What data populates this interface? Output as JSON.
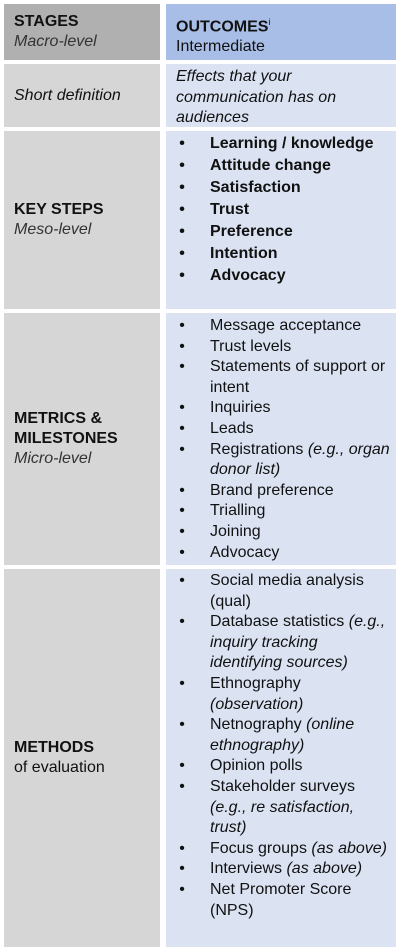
{
  "header": {
    "stages_title": "STAGES",
    "stages_sub": "Macro-level",
    "outcomes_title": "OUTCOMES",
    "outcomes_sup": "i",
    "outcomes_sub": "Intermediate"
  },
  "short_definition": {
    "label": "Short definition",
    "text": "Effects that your communication  has on audiences"
  },
  "key_steps": {
    "label": "KEY STEPS",
    "sub": "Meso-level",
    "items": [
      "Learning / knowledge",
      "Attitude change",
      "Satisfaction",
      "Trust",
      "Preference",
      "Intention",
      "Advocacy"
    ]
  },
  "metrics": {
    "label1": "METRICS &",
    "label2": "MILESTONES",
    "sub": "Micro-level",
    "items": [
      {
        "text": "Message acceptance",
        "note": ""
      },
      {
        "text": "Trust levels",
        "note": ""
      },
      {
        "text": "Statements of support or intent",
        "note": ""
      },
      {
        "text": "Inquiries",
        "note": ""
      },
      {
        "text": "Leads",
        "note": ""
      },
      {
        "text": "Registrations ",
        "note": "(e.g., organ donor list)"
      },
      {
        "text": "Brand preference",
        "note": ""
      },
      {
        "text": "Trialling",
        "note": ""
      },
      {
        "text": "Joining",
        "note": ""
      },
      {
        "text": "Advocacy",
        "note": ""
      }
    ]
  },
  "methods": {
    "label": "METHODS",
    "sub": "of evaluation",
    "items": [
      {
        "text": "Social media analysis (qual)",
        "note": ""
      },
      {
        "text": "Database statistics ",
        "note": "(e.g., inquiry tracking identifying sources)"
      },
      {
        "text": "Ethnography ",
        "note": "(observation)"
      },
      {
        "text": "Netnography ",
        "note": "(online ethnography)"
      },
      {
        "text": "Opinion polls",
        "note": ""
      },
      {
        "text": "Stakeholder surveys ",
        "note": "(e.g., re satisfaction, trust)"
      },
      {
        "text": "Focus groups ",
        "note": "(as above)"
      },
      {
        "text": "Interviews ",
        "note": "(as above)"
      },
      {
        "text": "Net Promoter Score (NPS)",
        "note": ""
      }
    ]
  }
}
